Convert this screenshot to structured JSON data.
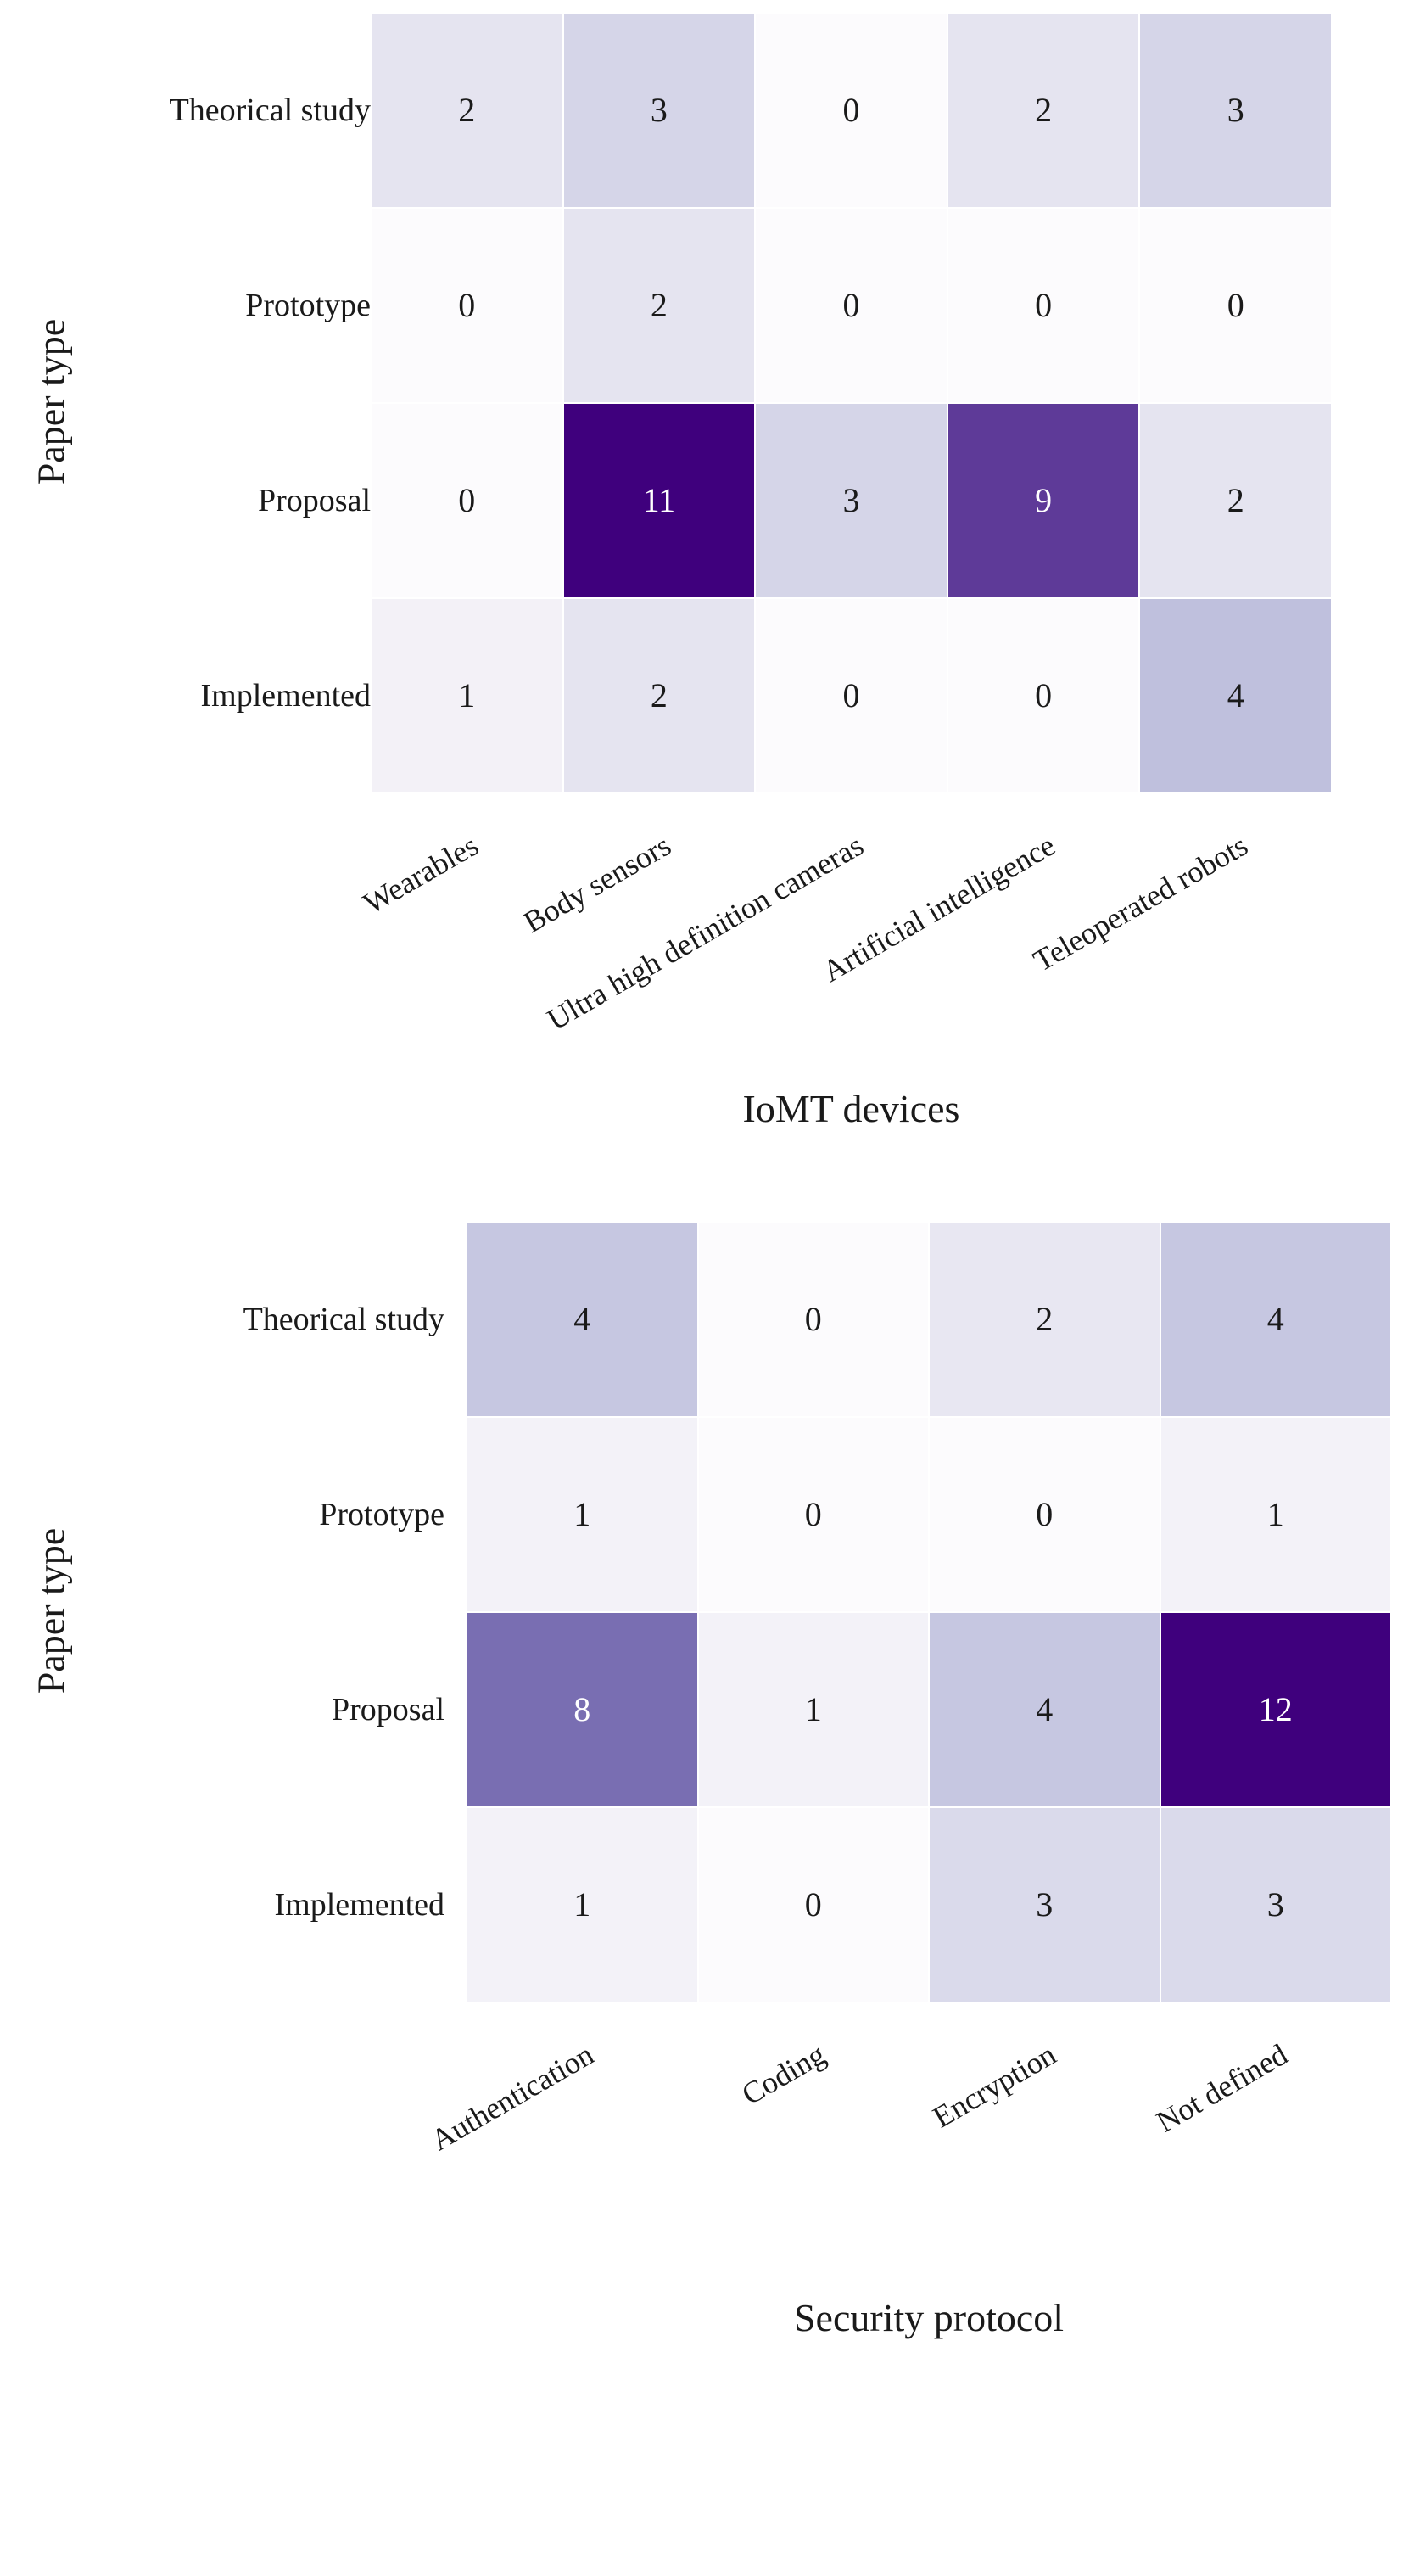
{
  "figure": {
    "background": "#ffffff",
    "colormap_low": "#fcfbfd",
    "colormap_high": "#3f007d",
    "text_color": "#1a1a1a",
    "text_color_inverse": "#ffffff"
  },
  "chart_data": [
    {
      "type": "heatmap",
      "title": "",
      "xlabel": "IoMT devices",
      "ylabel": "Paper type",
      "x_categories": [
        "Wearables",
        "Body sensors",
        "Ultra high definition cameras",
        "Artificial intelligence",
        "Teleoperated robots"
      ],
      "y_categories": [
        "Theorical study",
        "Prototype",
        "Proposal",
        "Implemented"
      ],
      "values": [
        [
          2,
          3,
          0,
          2,
          3
        ],
        [
          0,
          2,
          0,
          0,
          0
        ],
        [
          0,
          11,
          3,
          9,
          2
        ],
        [
          1,
          2,
          0,
          0,
          4
        ]
      ],
      "vmin": 0,
      "vmax": 11,
      "annotate": true,
      "grid": false,
      "legend": "none",
      "colorbar": false
    },
    {
      "type": "heatmap",
      "title": "",
      "xlabel": "Security protocol",
      "ylabel": "Paper type",
      "x_categories": [
        "Authentication",
        "Coding",
        "Encryption",
        "Not defined"
      ],
      "y_categories": [
        "Theorical study",
        "Prototype",
        "Proposal",
        "Implemented"
      ],
      "values": [
        [
          4,
          0,
          2,
          4
        ],
        [
          1,
          0,
          0,
          1
        ],
        [
          8,
          1,
          4,
          12
        ],
        [
          1,
          0,
          3,
          3
        ]
      ],
      "vmin": 0,
      "vmax": 12,
      "annotate": true,
      "grid": false,
      "legend": "none",
      "colorbar": false
    }
  ]
}
